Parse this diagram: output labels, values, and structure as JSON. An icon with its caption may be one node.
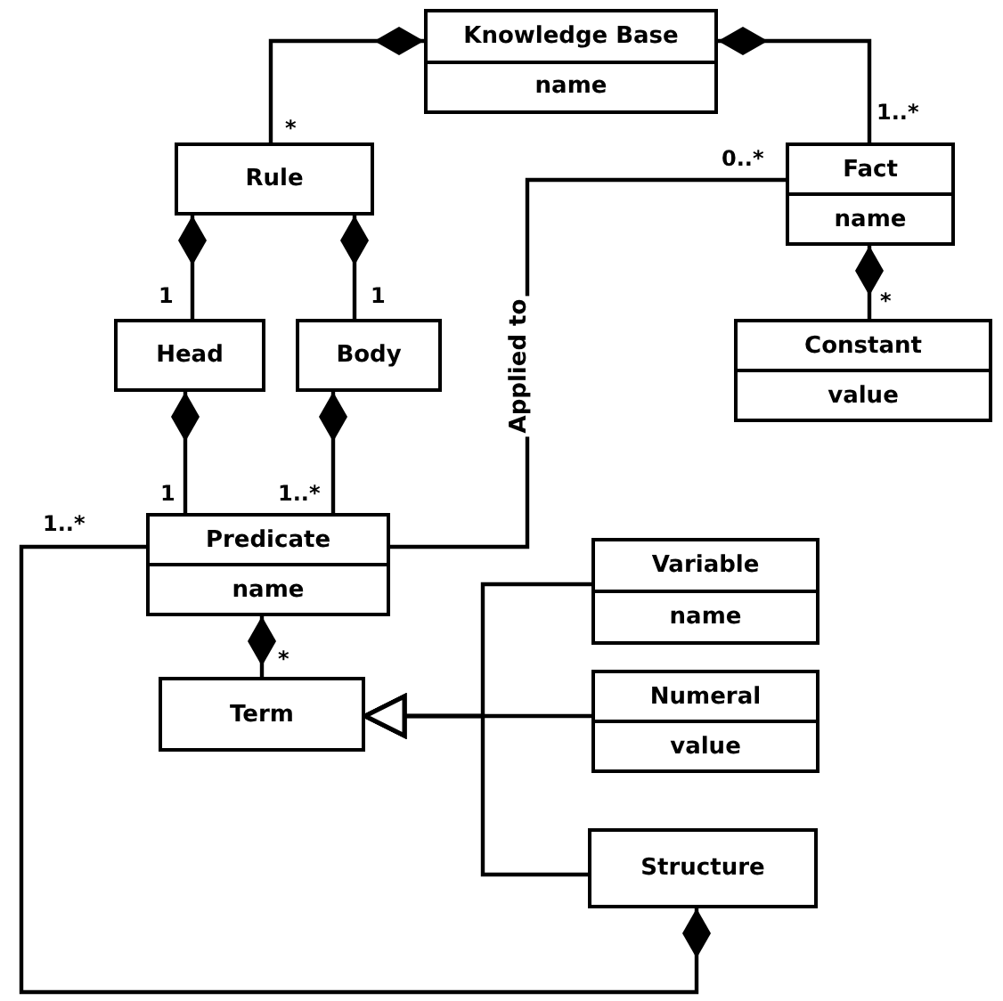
{
  "diagram": {
    "nodes": [
      {
        "text": [
          "Knowledge Base",
          "name"
        ]
      },
      {
        "text": [
          "Rule"
        ]
      },
      {
        "text": [
          "Fact",
          "name"
        ]
      },
      {
        "text": [
          "Head"
        ]
      },
      {
        "text": [
          "Body"
        ]
      },
      {
        "text": [
          "Constant",
          "value"
        ]
      },
      {
        "text": [
          "Predicate",
          "name"
        ]
      },
      {
        "text": [
          "Variable",
          "name"
        ]
      },
      {
        "text": [
          "Term"
        ]
      },
      {
        "text": [
          "Numeral",
          "value"
        ]
      },
      {
        "text": [
          "Structure"
        ]
      }
    ],
    "edges": [
      {
        "from": 0,
        "to": 1,
        "arrow": "other"
      },
      {
        "from": 0,
        "to": 2,
        "arrow": "other"
      },
      {
        "from": 1,
        "to": 3,
        "arrow": "other"
      },
      {
        "from": 1,
        "to": 4,
        "arrow": "other"
      },
      {
        "from": 2,
        "to": 5,
        "arrow": "other"
      },
      {
        "from": 3,
        "to": 6,
        "arrow": "other"
      },
      {
        "from": 4,
        "to": 6,
        "arrow": "other"
      },
      {
        "from": 6,
        "to": 2,
        "arrow": "none",
        "label": "Applied to"
      },
      {
        "from": 6,
        "to": 8,
        "arrow": "other"
      },
      {
        "from": 7,
        "to": 8,
        "arrow": "to"
      },
      {
        "from": 9,
        "to": 8,
        "arrow": "to"
      },
      {
        "from": 10,
        "to": 8,
        "arrow": "to"
      },
      {
        "from": 10,
        "to": 6,
        "arrow": "other"
      }
    ],
    "labels": [
      "*",
      "1..*",
      "0..*",
      "1",
      "1",
      "*",
      "1",
      "1..*",
      "1..*",
      "*"
    ]
  }
}
